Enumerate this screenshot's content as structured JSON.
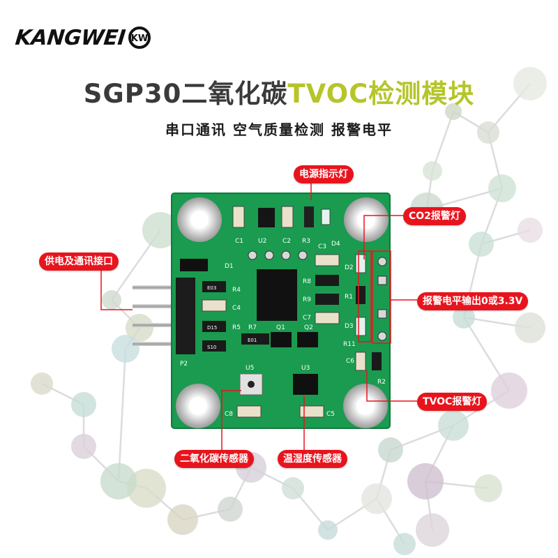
{
  "brand": {
    "logo_text": "KANGWEI",
    "logo_mark": "KW"
  },
  "title": {
    "main": "SGP30二氧化碳",
    "accent": "TVOC检测模块"
  },
  "subtitle": "串口通讯 空气质量检测 报警电平",
  "callouts": {
    "power_led": "电源指示灯",
    "co2_alarm": "CO2报警灯",
    "interface": "供电及通讯接口",
    "alarm_output": "报警电平输出0或3.3V",
    "tvoc_alarm": "TVOC报警灯",
    "co2_sensor": "二氧化碳传感器",
    "humidity_sensor": "温湿度传感器"
  },
  "silkscreen": {
    "c1": "C1",
    "u2": "U2",
    "c2": "C2",
    "r3": "R3",
    "c3": "C3",
    "d4": "D4",
    "d1": "D1",
    "r4": "R4",
    "c4": "C4",
    "r5": "R5",
    "r7": "R7",
    "q1": "Q1",
    "r8": "R8",
    "r9": "R9",
    "c7": "C7",
    "q2": "Q2",
    "p2": "P2",
    "u5": "U5",
    "u3": "U3",
    "c8": "C8",
    "c5": "C5",
    "c6": "C6",
    "r2": "R2",
    "d2": "D2",
    "d3": "D3",
    "r1": "R1",
    "r11": "R11",
    "e03": "E03",
    "e01": "E01",
    "d15": "D15",
    "s10": "S10"
  },
  "colors": {
    "pcb": "#1a9b4f",
    "pcb_dark": "#117a3c",
    "accent": "#b5c52a",
    "callout": "#e8141d",
    "title": "#3a3a3a"
  }
}
